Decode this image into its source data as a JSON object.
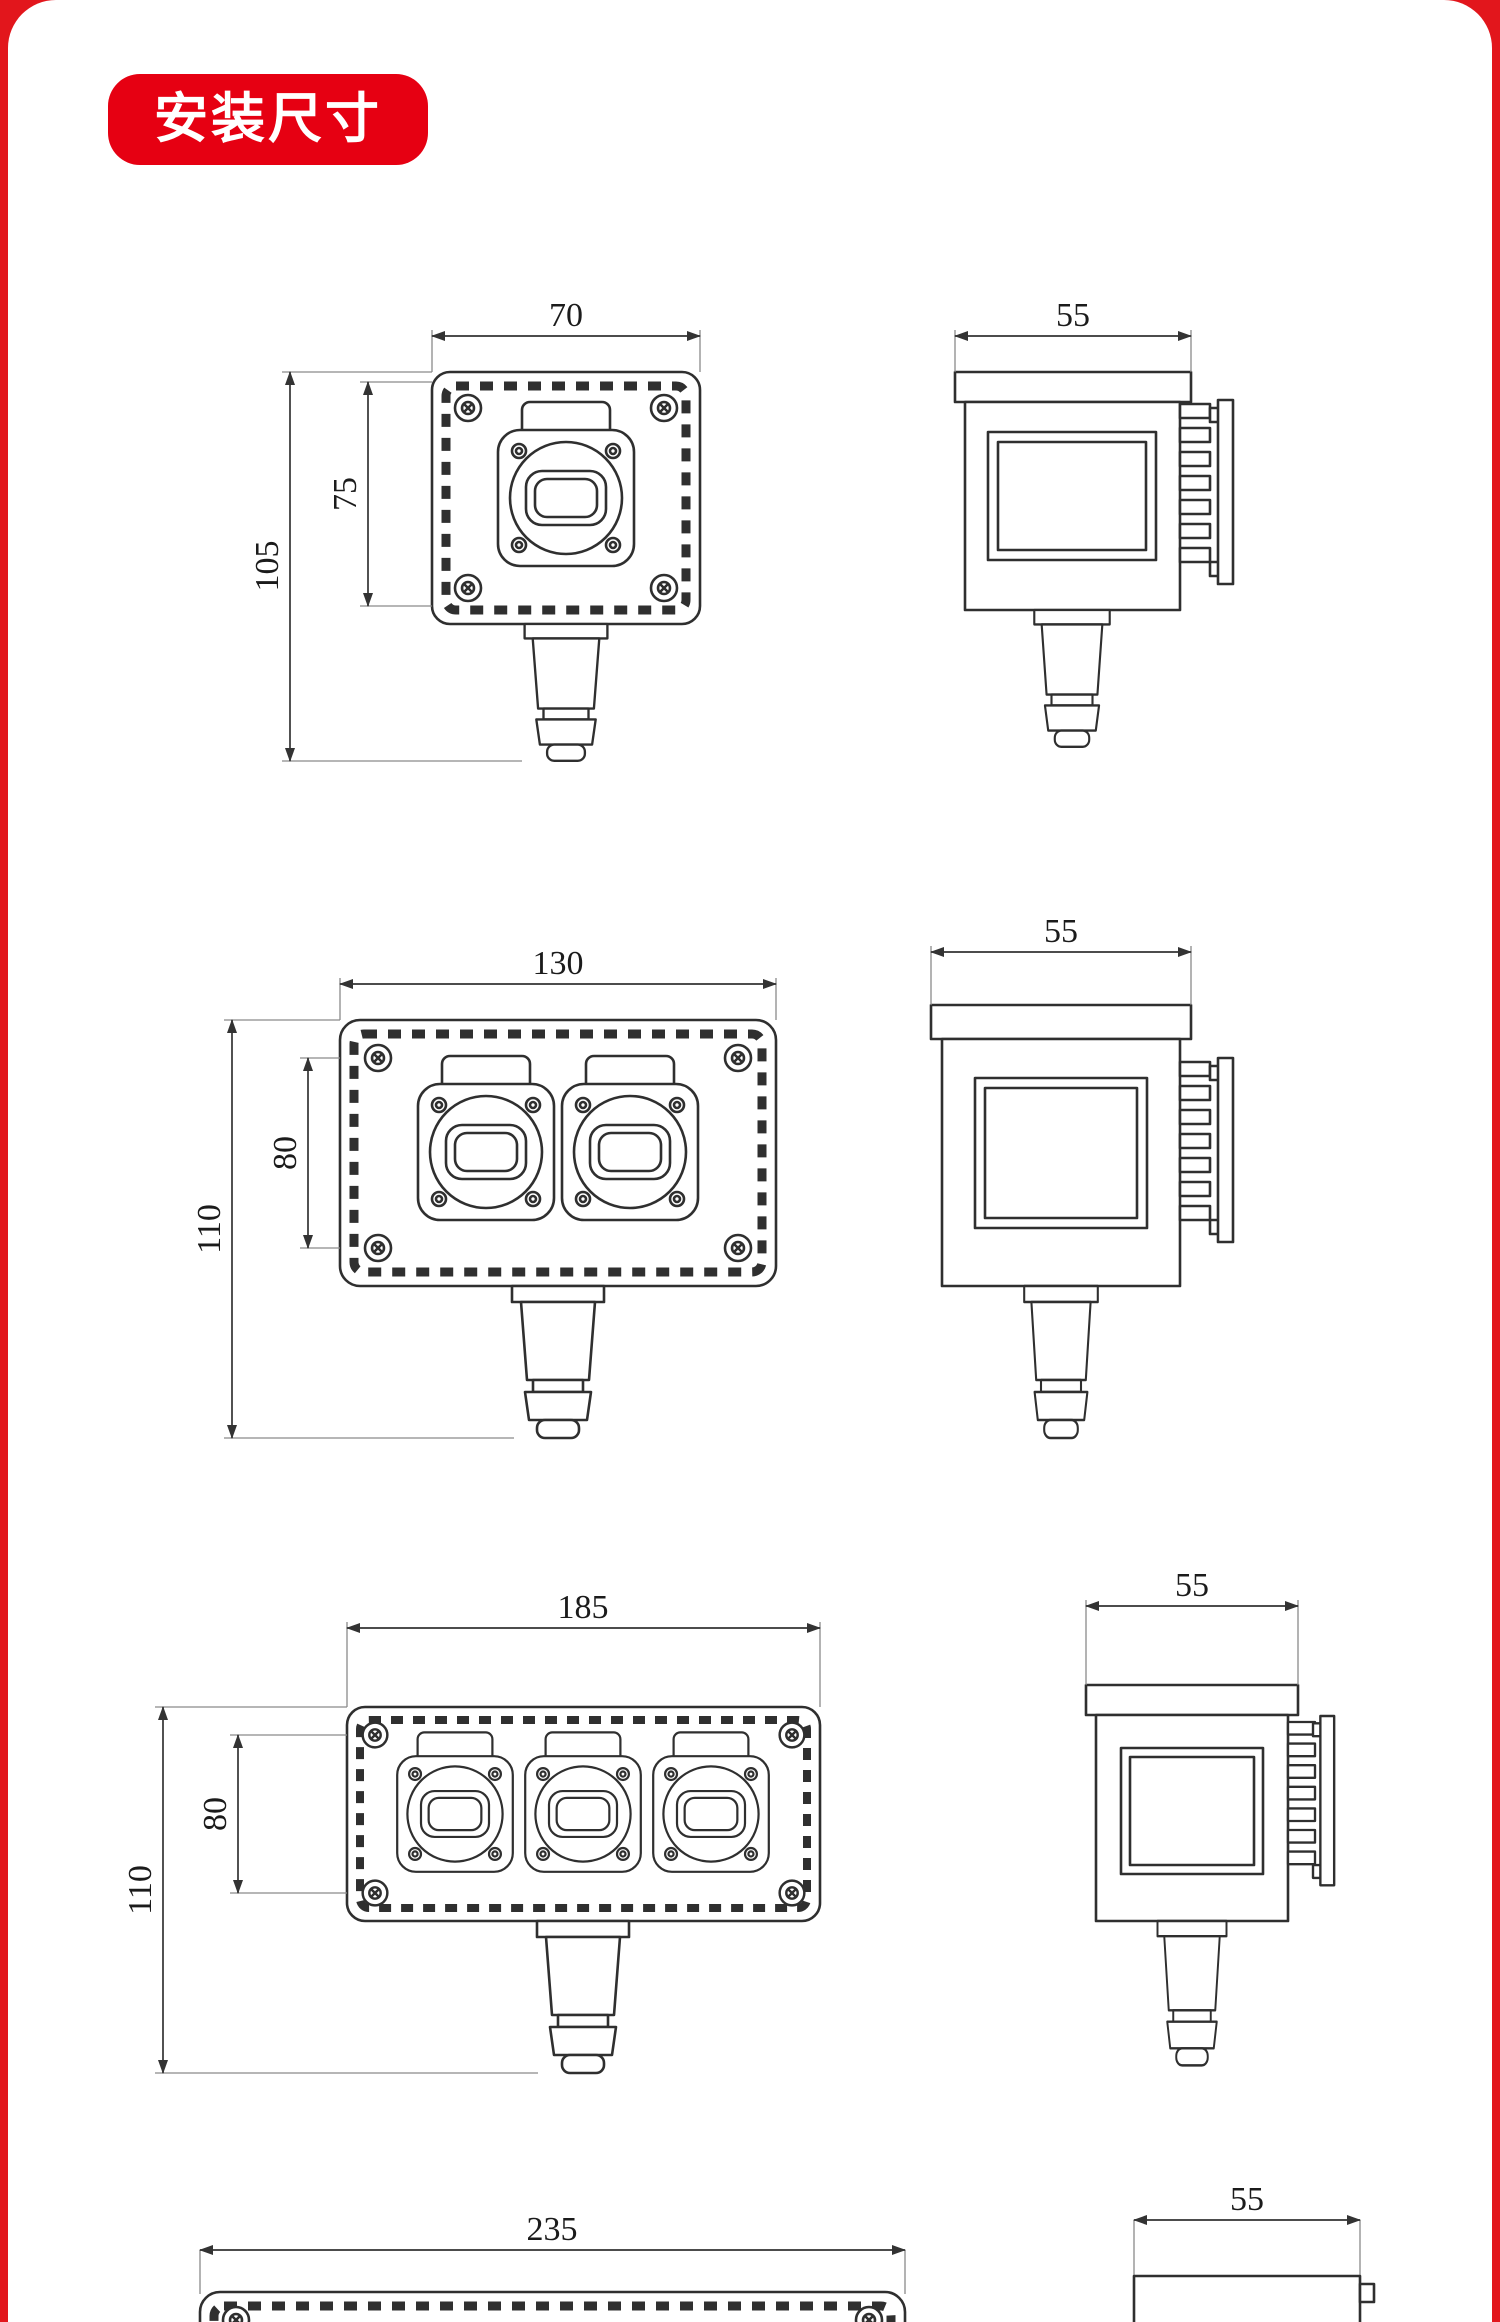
{
  "page": {
    "title_badge": "安装尺寸",
    "accent_color": "#e60012",
    "line_color": "#2f2f2f"
  },
  "drawings": [
    {
      "name": "single-socket-box",
      "front": {
        "width_label": "70",
        "hole_spacing_label": "75",
        "height_label": "105"
      },
      "side": {
        "depth_label": "55"
      }
    },
    {
      "name": "double-socket-box",
      "front": {
        "width_label": "130",
        "hole_spacing_label": "80",
        "height_label": "110"
      },
      "side": {
        "depth_label": "55"
      }
    },
    {
      "name": "triple-socket-box",
      "front": {
        "width_label": "185",
        "hole_spacing_label": "80",
        "height_label": "110"
      },
      "side": {
        "depth_label": "55"
      }
    },
    {
      "name": "wide-socket-box-partial",
      "front": {
        "width_label": "235"
      },
      "side": {
        "depth_label": "55"
      }
    }
  ]
}
